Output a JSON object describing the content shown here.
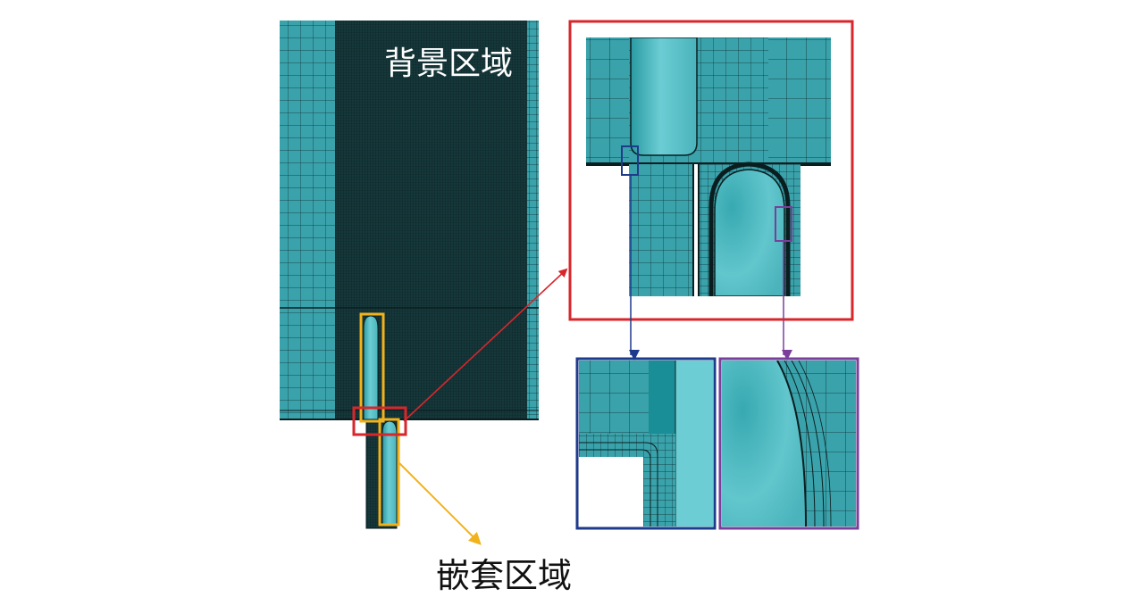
{
  "labels": {
    "background_region": "背景区域",
    "nested_region": "嵌套区域"
  },
  "colors": {
    "mesh_fill": "#3aa2ab",
    "mesh_dense": "#102a2c",
    "mesh_line": "#0d2a2d",
    "body_fill": "#5cc4cc",
    "body_dark": "#2a9aa2",
    "frame_red": "#d8262b",
    "frame_blue": "#1e3a8a",
    "frame_purple": "#7a3f9a",
    "frame_orange": "#f2b21b",
    "text_light": "#ffffff",
    "text_dark": "#111111"
  },
  "icons": [
    "arrow-red",
    "arrow-blue",
    "arrow-purple",
    "arrow-orange"
  ]
}
